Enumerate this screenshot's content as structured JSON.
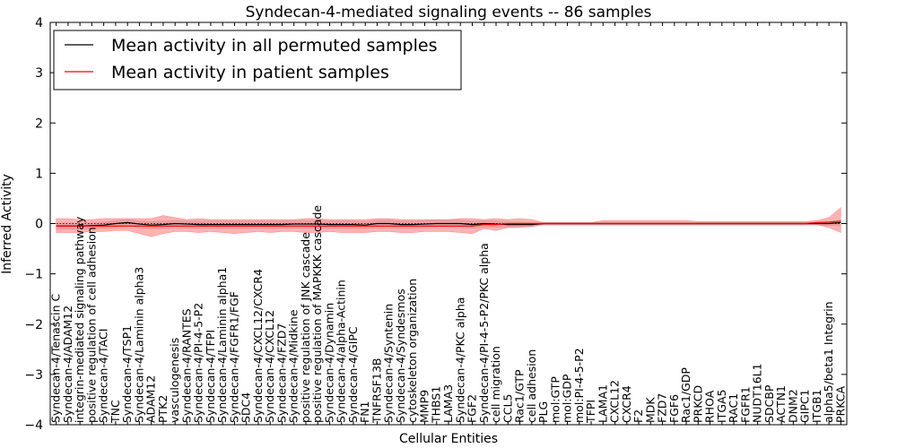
{
  "chart_data": {
    "type": "line",
    "title": "Syndecan-4-mediated signaling events -- 86 samples",
    "xlabel": "Cellular Entities",
    "ylabel": "Inferred Activity",
    "ylim": [
      -4,
      4
    ],
    "yticks": [
      "4",
      "3",
      "2",
      "1",
      "0",
      "−1",
      "−2",
      "−3",
      "−4"
    ],
    "legend_position": "top-left",
    "grid": false,
    "categories": [
      "Syndecan-4/Tenascin C",
      "Syndecan-4/ADAM12",
      "integrin-mediated signaling pathway",
      "positive regulation of cell adhesion",
      "Syndecan-4/TACI",
      "TNC",
      "Syndecan-4/TSP1",
      "Syndecan-4/Laminin alpha3",
      "ADAM12",
      "PTK2",
      "vasculogenesis",
      "Syndecan-4/RANTES",
      "Syndecan-4/PI-4-5-P2",
      "Syndecan-4/TFPI",
      "Syndecan-4/Laminin alpha1",
      "Syndecan-4/FGFR1/FGF",
      "SDC4",
      "Syndecan-4/CXCL12/CXCR4",
      "Syndecan-4/CXCL12",
      "Syndecan-4/FZD7",
      "Syndecan-4/Midkine",
      "positive regulation of JNK cascade",
      "positive regulation of MAPKKK cascade",
      "Syndecan-4/Dynamin",
      "Syndecan-4/alpha-Actinin",
      "Syndecan-4/GIPC",
      "FN1",
      "TNFRSF13B",
      "Syndecan-4/Syntenin",
      "Syndecan-4/Syndesmos",
      "cytoskeleton organization",
      "MMP9",
      "THBS1",
      "LAMA3",
      "Syndecan-4/PKC alpha",
      "FGF2",
      "Syndecan-4/PI-4-5-P2/PKC alpha",
      "cell migration",
      "CCL5",
      "Rac1/GTP",
      "cell adhesion",
      "PLG",
      "mol:GTP",
      "mol:GDP",
      "mol:PI-4-5-P2",
      "TFPI",
      "LAMA1",
      "CXCL12",
      "CXCR4",
      "F2",
      "MDK",
      "FZD7",
      "FGF6",
      "Rac1/GDP",
      "PRKCD",
      "RHOA",
      "ITGA5",
      "RAC1",
      "FGFR1",
      "NUDT16L1",
      "SDCBP",
      "ACTN1",
      "DNM2",
      "GIPC1",
      "ITGB1",
      "alpha5/beta1 Integrin",
      "PRKCA"
    ],
    "series": [
      {
        "name": "Mean activity in all permuted samples",
        "color": "#000000",
        "values": [
          -0.05,
          -0.05,
          -0.05,
          -0.04,
          -0.03,
          0.0,
          0.02,
          -0.01,
          -0.03,
          -0.02,
          0.0,
          -0.01,
          -0.02,
          -0.02,
          -0.02,
          -0.02,
          -0.02,
          -0.02,
          -0.02,
          -0.02,
          -0.01,
          -0.01,
          -0.01,
          -0.02,
          -0.02,
          -0.02,
          -0.03,
          0.0,
          0.0,
          -0.02,
          -0.02,
          -0.01,
          0.0,
          0.0,
          0.0,
          -0.02,
          0.0,
          -0.01,
          -0.02,
          -0.02,
          -0.02,
          0.0,
          0.0,
          0.0,
          0.0,
          0.0,
          0.0,
          0.0,
          0.0,
          0.0,
          0.0,
          0.0,
          0.0,
          0.0,
          0.0,
          0.0,
          0.0,
          0.0,
          0.0,
          0.0,
          0.0,
          0.0,
          0.0,
          0.0,
          0.0,
          0.0,
          0.02
        ],
        "band": {
          "lower": [
            -0.12,
            -0.12,
            -0.12,
            -0.12,
            -0.1,
            -0.08,
            -0.06,
            -0.09,
            -0.11,
            -0.1,
            -0.09,
            -0.1,
            -0.1,
            -0.1,
            -0.1,
            -0.1,
            -0.1,
            -0.1,
            -0.1,
            -0.1,
            -0.1,
            -0.1,
            -0.1,
            -0.1,
            -0.1,
            -0.1,
            -0.11,
            -0.09,
            -0.09,
            -0.1,
            -0.1,
            -0.09,
            -0.08,
            -0.08,
            -0.08,
            -0.1,
            -0.08,
            -0.08,
            -0.08,
            -0.07,
            -0.06,
            -0.05,
            -0.05,
            -0.05,
            -0.05,
            -0.05,
            -0.05,
            -0.05,
            -0.05,
            -0.05,
            -0.05,
            -0.05,
            -0.05,
            -0.05,
            -0.05,
            -0.05,
            -0.05,
            -0.05,
            -0.05,
            -0.05,
            -0.05,
            -0.05,
            -0.05,
            -0.05,
            -0.05,
            -0.05,
            -0.05
          ],
          "upper": [
            0.02,
            0.02,
            0.02,
            0.03,
            0.04,
            0.07,
            0.09,
            0.06,
            0.05,
            0.06,
            0.07,
            0.06,
            0.06,
            0.06,
            0.06,
            0.06,
            0.06,
            0.06,
            0.06,
            0.06,
            0.07,
            0.07,
            0.07,
            0.06,
            0.06,
            0.06,
            0.05,
            0.08,
            0.08,
            0.06,
            0.06,
            0.07,
            0.08,
            0.08,
            0.08,
            0.06,
            0.07,
            0.06,
            0.05,
            0.04,
            0.03,
            0.03,
            0.03,
            0.03,
            0.03,
            0.03,
            0.03,
            0.03,
            0.03,
            0.03,
            0.03,
            0.03,
            0.03,
            0.03,
            0.03,
            0.03,
            0.03,
            0.03,
            0.03,
            0.03,
            0.03,
            0.03,
            0.03,
            0.03,
            0.03,
            0.03,
            0.05
          ]
        }
      },
      {
        "name": "Mean activity in patient samples",
        "color": "#ff0000",
        "values": [
          -0.05,
          -0.05,
          -0.05,
          -0.05,
          -0.05,
          -0.05,
          -0.05,
          -0.05,
          -0.05,
          -0.05,
          -0.05,
          -0.05,
          -0.05,
          -0.05,
          -0.05,
          -0.05,
          -0.05,
          -0.05,
          -0.05,
          -0.05,
          -0.05,
          -0.05,
          -0.05,
          -0.05,
          -0.05,
          -0.05,
          -0.05,
          -0.05,
          -0.05,
          -0.05,
          -0.05,
          -0.05,
          -0.05,
          -0.05,
          -0.05,
          -0.05,
          -0.02,
          -0.02,
          0.0,
          0.0,
          0.0,
          0.0,
          0.0,
          0.0,
          0.0,
          0.0,
          0.0,
          0.0,
          0.0,
          0.0,
          0.0,
          0.0,
          0.0,
          0.0,
          0.0,
          0.0,
          0.0,
          0.0,
          0.0,
          0.0,
          0.0,
          0.0,
          0.0,
          0.0,
          0.02,
          0.03,
          0.05
        ],
        "band": {
          "lower": [
            -0.18,
            -0.18,
            -0.18,
            -0.16,
            -0.16,
            -0.14,
            -0.14,
            -0.2,
            -0.26,
            -0.2,
            -0.16,
            -0.16,
            -0.18,
            -0.16,
            -0.18,
            -0.2,
            -0.18,
            -0.16,
            -0.18,
            -0.16,
            -0.16,
            -0.18,
            -0.18,
            -0.16,
            -0.18,
            -0.18,
            -0.18,
            -0.16,
            -0.16,
            -0.18,
            -0.18,
            -0.16,
            -0.16,
            -0.16,
            -0.18,
            -0.2,
            -0.1,
            -0.14,
            -0.08,
            -0.08,
            -0.06,
            -0.02,
            -0.02,
            -0.02,
            -0.02,
            -0.02,
            -0.02,
            -0.02,
            -0.02,
            -0.02,
            -0.02,
            -0.02,
            -0.02,
            -0.02,
            -0.02,
            -0.02,
            -0.02,
            -0.02,
            -0.02,
            -0.02,
            -0.02,
            -0.02,
            -0.02,
            -0.02,
            -0.02,
            -0.08,
            -0.18
          ],
          "upper": [
            0.1,
            0.1,
            0.08,
            0.08,
            0.1,
            0.1,
            0.1,
            0.1,
            0.1,
            0.16,
            0.12,
            0.08,
            0.1,
            0.08,
            0.08,
            0.08,
            0.08,
            0.08,
            0.08,
            0.08,
            0.08,
            0.1,
            0.1,
            0.08,
            0.08,
            0.08,
            0.08,
            0.1,
            0.1,
            0.08,
            0.08,
            0.08,
            0.08,
            0.08,
            0.1,
            0.1,
            0.08,
            0.1,
            0.08,
            0.1,
            0.08,
            0.02,
            0.02,
            0.02,
            0.02,
            0.02,
            0.06,
            0.06,
            0.06,
            0.06,
            0.06,
            0.06,
            0.06,
            0.06,
            0.04,
            0.04,
            0.04,
            0.04,
            0.04,
            0.04,
            0.04,
            0.04,
            0.04,
            0.04,
            0.06,
            0.12,
            0.32
          ]
        }
      }
    ]
  }
}
